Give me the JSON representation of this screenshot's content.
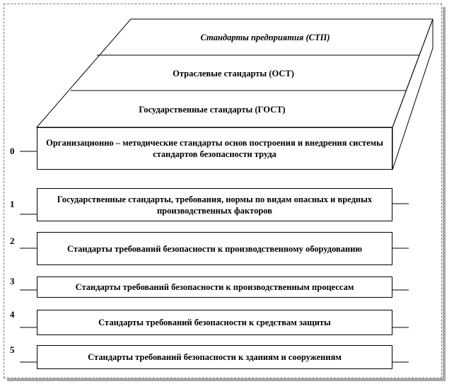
{
  "layers": {
    "top": "Стандарты предприятия (СТП)",
    "middle": "Отраслевые стандарты (ОСТ)",
    "bottom": "Государственные стандарты (ГОСТ)"
  },
  "groups": [
    {
      "number": "0",
      "text": "Организационно – методические стандарты основ построения и внедрения системы стандартов безопасности труда"
    },
    {
      "number": "1",
      "text": "Государственные стандарты, требования, нормы по видам опасных и вредных производственных факторов"
    },
    {
      "number": "2",
      "text": "Стандарты требований безопасности к производственному оборудованию"
    },
    {
      "number": "3",
      "text": "Стандарты требований безопасности к производственным процессам"
    },
    {
      "number": "4",
      "text": "Стандарты требований безопасности к средствам защиты"
    },
    {
      "number": "5",
      "text": "Стандарты требований безопасности к зданиям и сооружениям"
    }
  ]
}
